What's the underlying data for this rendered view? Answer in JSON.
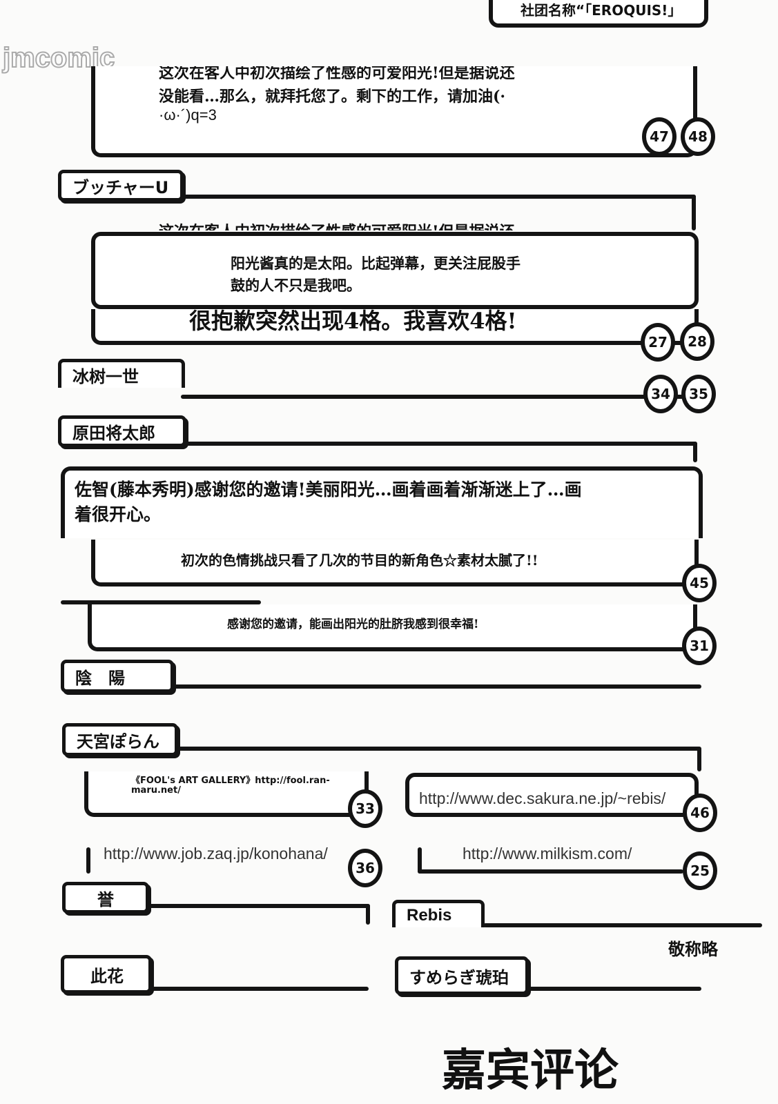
{
  "watermark": "jmcomic",
  "circle_tag": "社团名称“「EROQUIS!」",
  "comments": {
    "c1_line0": "这次在客人中初次描绘了性感的可爱阳光!但是据说还",
    "c1_line1": "没能看…那么，就拜托您了。剩下的工作，请加油(·",
    "c1_line2": "·ω·´)q=3",
    "c2_partial": "这次在客人中初次描绘了性感的可爱阳光!但是据说还",
    "c3_line1": "阳光酱真的是太阳。比起弹幕，更关注屁股手",
    "c3_line2": "鼓的人不只是我吧。",
    "c4": "很抱歉突然出现4格。我喜欢4格!",
    "c5_line1": "佐智(藤本秀明)感谢您的邀请!美丽阳光…画着画着渐渐迷上了…画",
    "c5_line2": "着很开心。",
    "c6": "初次的色情挑战只看了几次的节目的新角色☆素材太腻了!!",
    "c7": "感谢您的邀请，能画出阳光的肚脐我感到很幸福!",
    "c8_line1": "《FOOL's ART GALLERY》http://fool.ran-",
    "c8_line2": "maru.net/"
  },
  "urls": {
    "rebis": "http://www.dec.sakura.ne.jp/~rebis/",
    "konohana": "http://www.job.zaq.jp/konohana/",
    "milkism": "http://www.milkism.com/"
  },
  "names": {
    "butcher": "ブッチャーU",
    "hyouju": "冰树一世",
    "harada": "原田将太郎",
    "inyou": "陰　陽",
    "amamiya": "天宮ぽらん",
    "homare": "誉",
    "rebis": "Rebis",
    "konohana": "此花",
    "sumeragi": "すめらぎ琥珀"
  },
  "badges": [
    "47",
    "48",
    "27",
    "28",
    "34",
    "35",
    "45",
    "31",
    "33",
    "46",
    "36",
    "25"
  ],
  "honorific_note": "敬称略",
  "page_title": "嘉宾评论"
}
